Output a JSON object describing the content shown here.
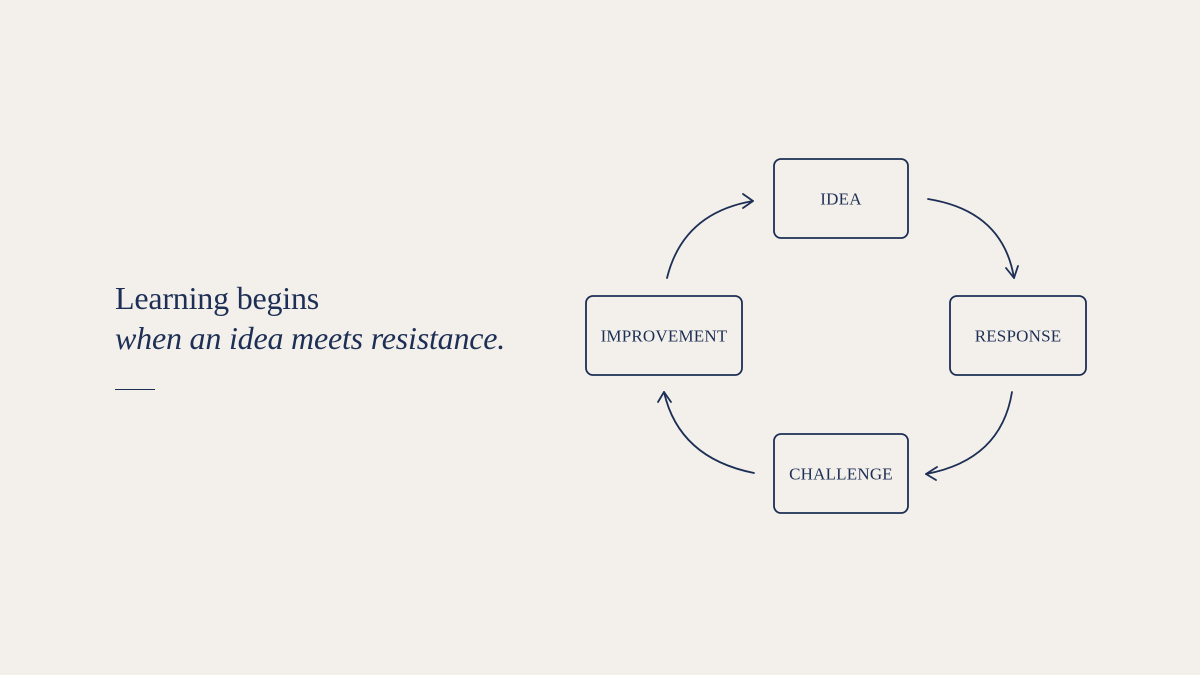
{
  "headline": {
    "line1": "Learning begins",
    "line2": "when an idea meets resistance."
  },
  "cycle": {
    "nodes": [
      {
        "label": "IDEA"
      },
      {
        "label": "RESPONSE"
      },
      {
        "label": "CHALLENGE"
      },
      {
        "label": "IMPROVEMENT"
      }
    ],
    "flow": "clockwise",
    "colors": {
      "ink": "#1d2f55",
      "background": "#f3f0eb"
    }
  }
}
